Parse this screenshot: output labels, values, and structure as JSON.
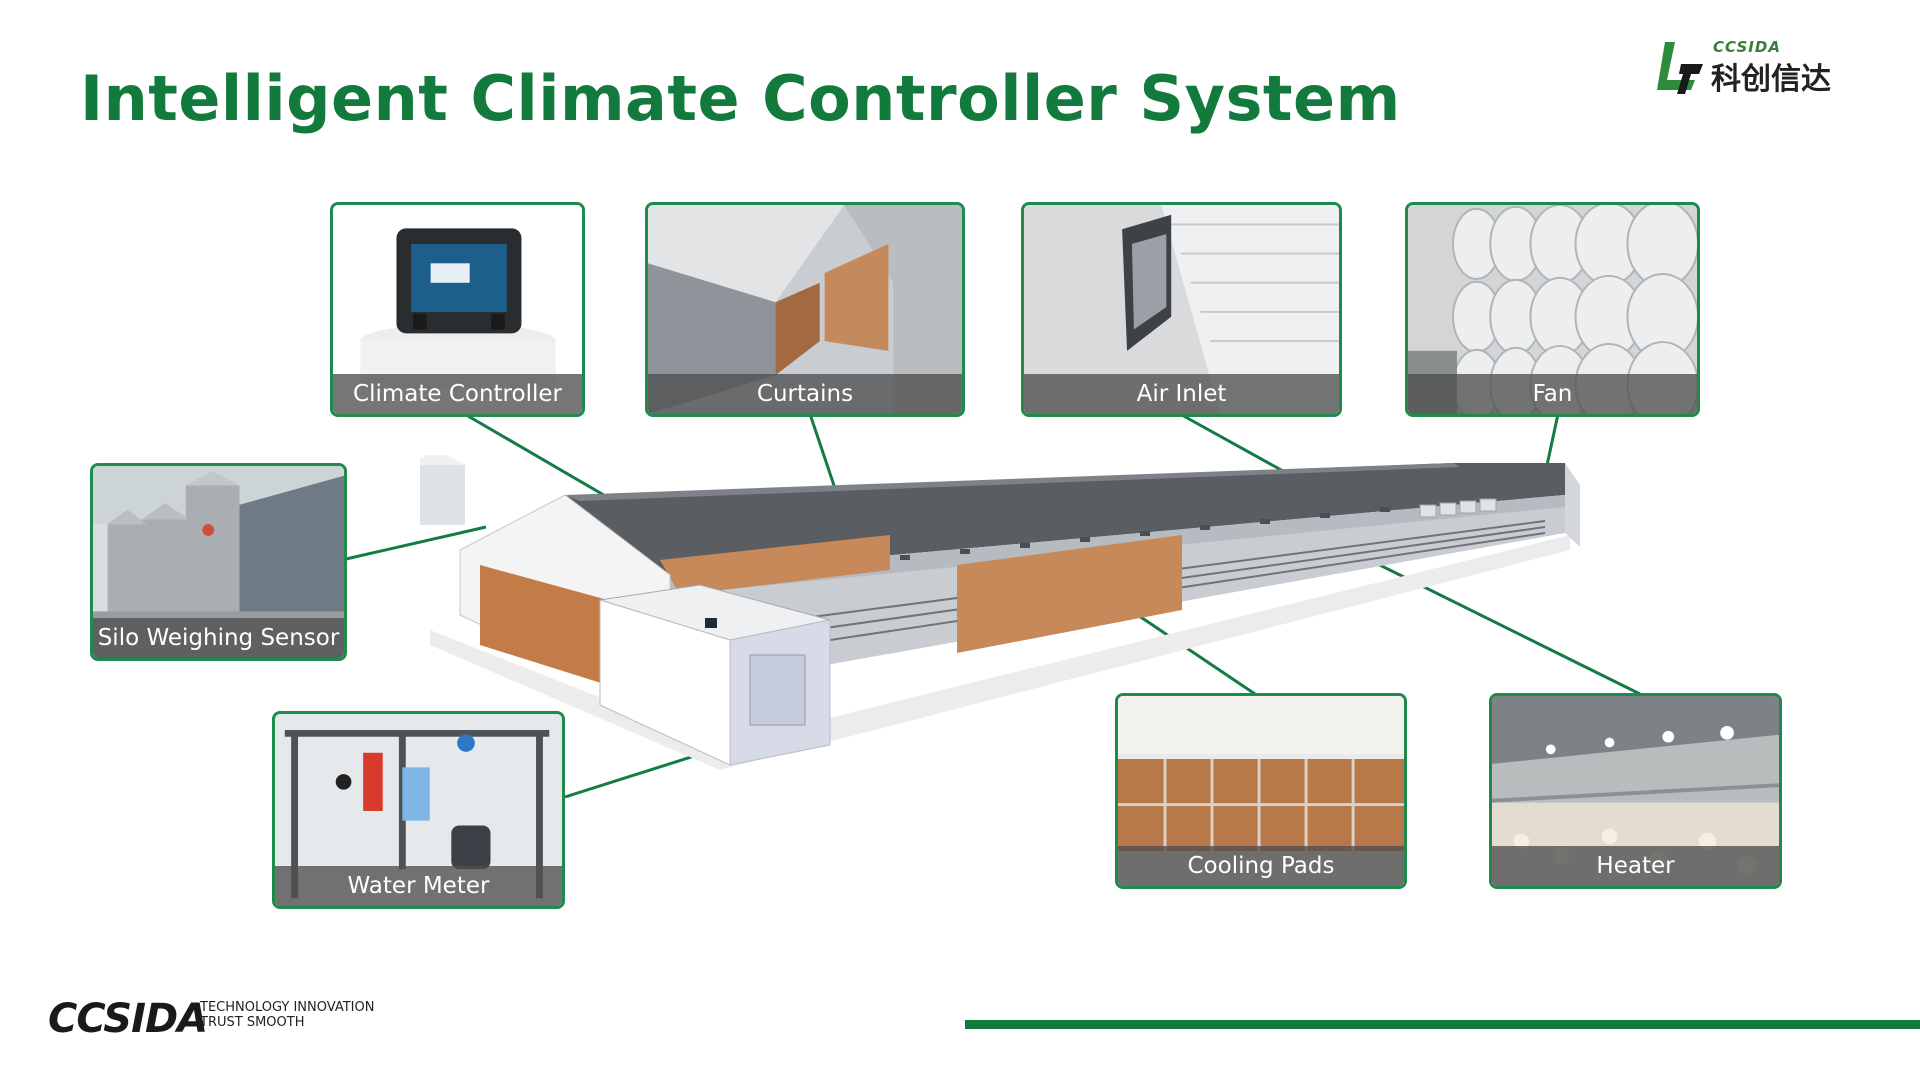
{
  "title": "Intelligent Climate Controller System",
  "logo": {
    "latin": "CCSIDA",
    "chinese": "科创信达"
  },
  "cards": {
    "climate_controller": "Climate Controller",
    "curtains": "Curtains",
    "air_inlet": "Air Inlet",
    "fan": "Fan",
    "silo_weighing_sensor": "Silo Weighing Sensor",
    "water_meter": "Water Meter",
    "cooling_pads": "Cooling Pads",
    "heater": "Heater"
  },
  "footer": {
    "brand": "CCSIDA",
    "tagline_line1": "TECHNOLOGY INNOVATION",
    "tagline_line2": "TRUST SMOOTH"
  },
  "colors": {
    "accent": "#127a3d",
    "border": "#1e8a4c",
    "caption_bg": "#505050"
  }
}
